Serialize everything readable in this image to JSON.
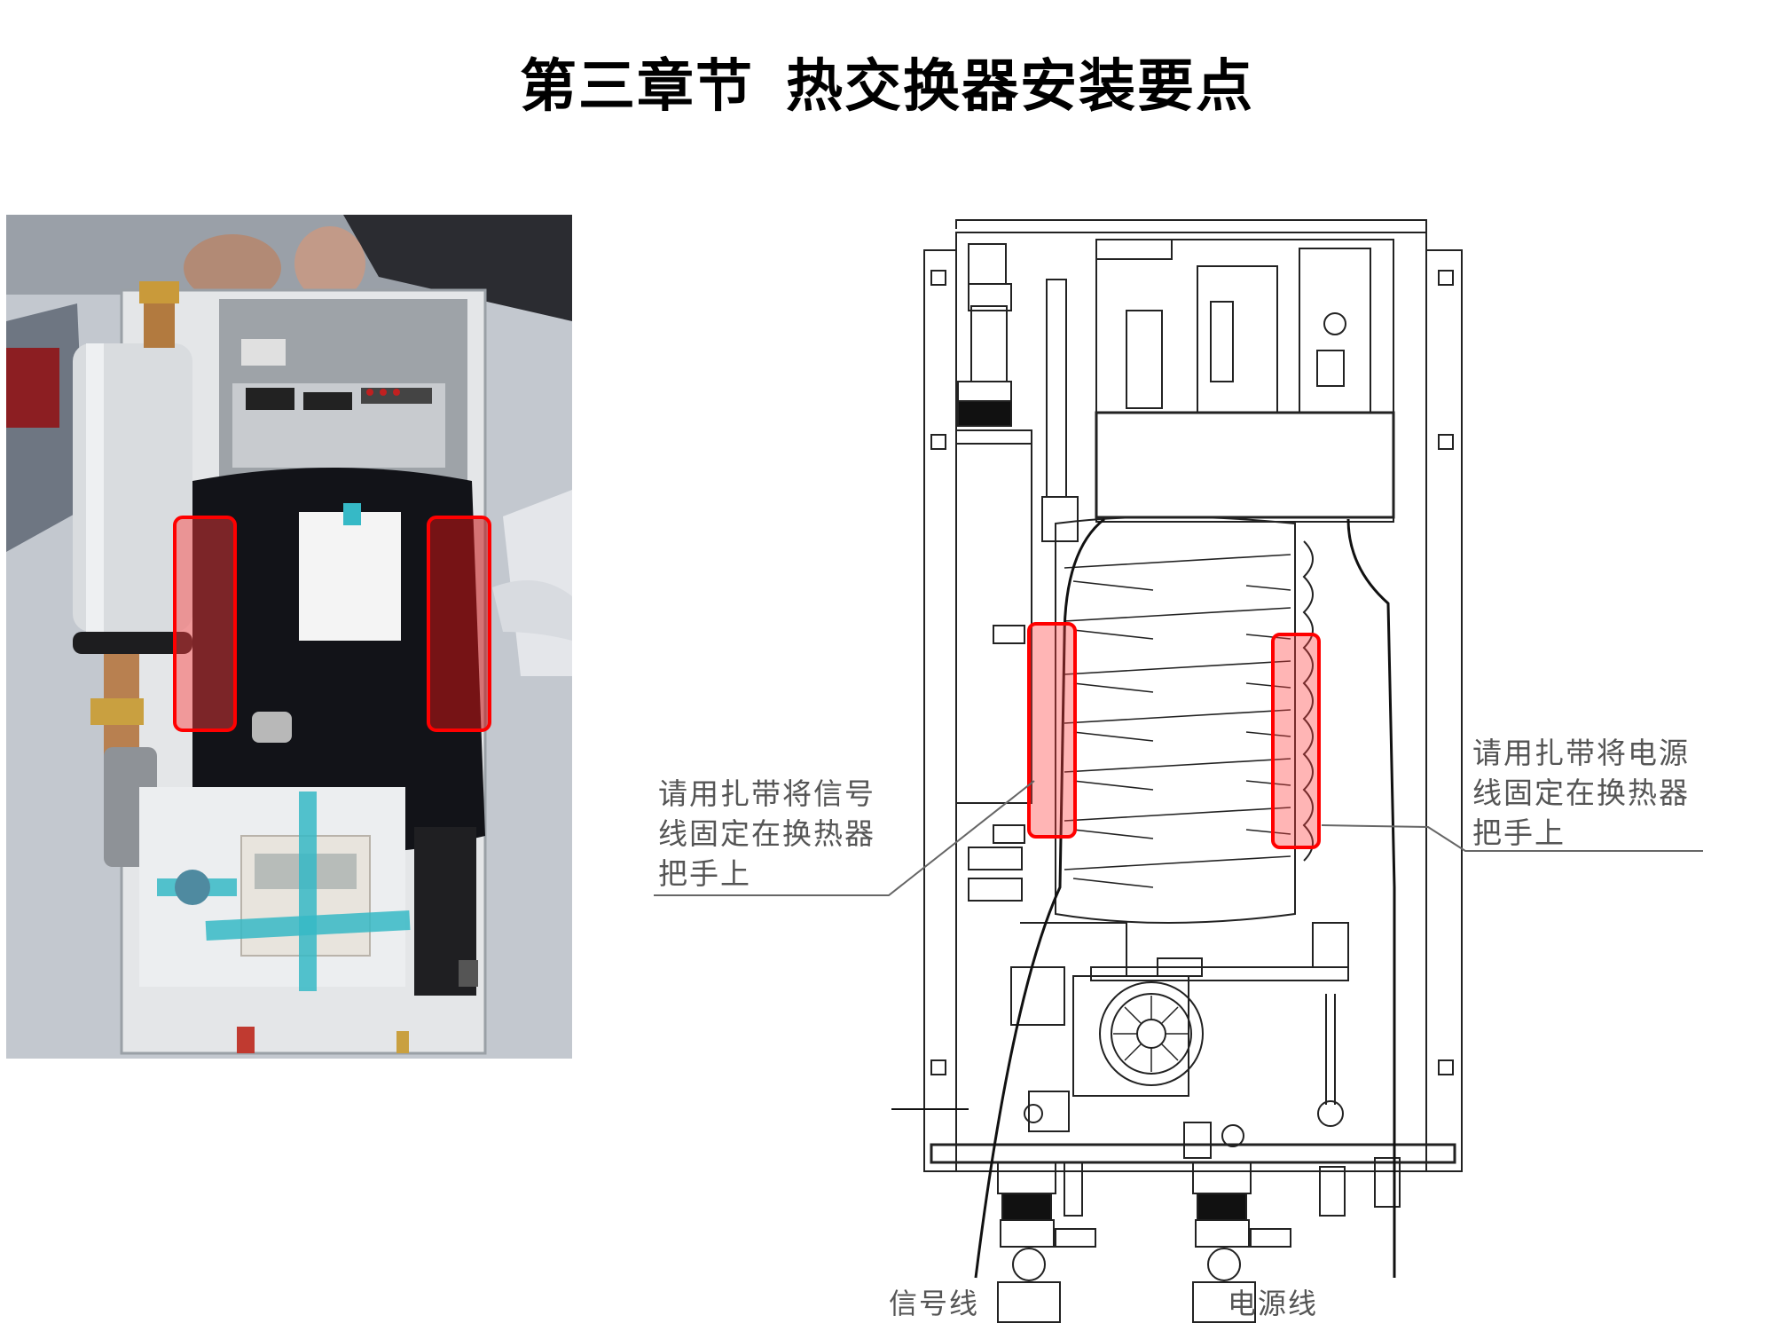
{
  "page": {
    "title_part1": "第三章节",
    "title_part2": "热交换器安装要点"
  },
  "photo": {
    "description": "Photo of opened heat exchanger unit with two handles highlighted",
    "highlight_color": "#ff0000"
  },
  "diagram": {
    "description": "Line drawing of heat exchanger unit interior",
    "highlight_color": "#ff0000",
    "highlight_fill": "rgba(255,60,60,0.38)"
  },
  "callouts": {
    "left": {
      "lines": [
        "请用扎带将信号",
        "线固定在换热器",
        "把手上"
      ]
    },
    "right": {
      "lines": [
        "请用扎带将电源",
        "线固定在换热器",
        "把手上"
      ]
    }
  },
  "wire_labels": {
    "signal": "信号线",
    "power": "电源线"
  }
}
